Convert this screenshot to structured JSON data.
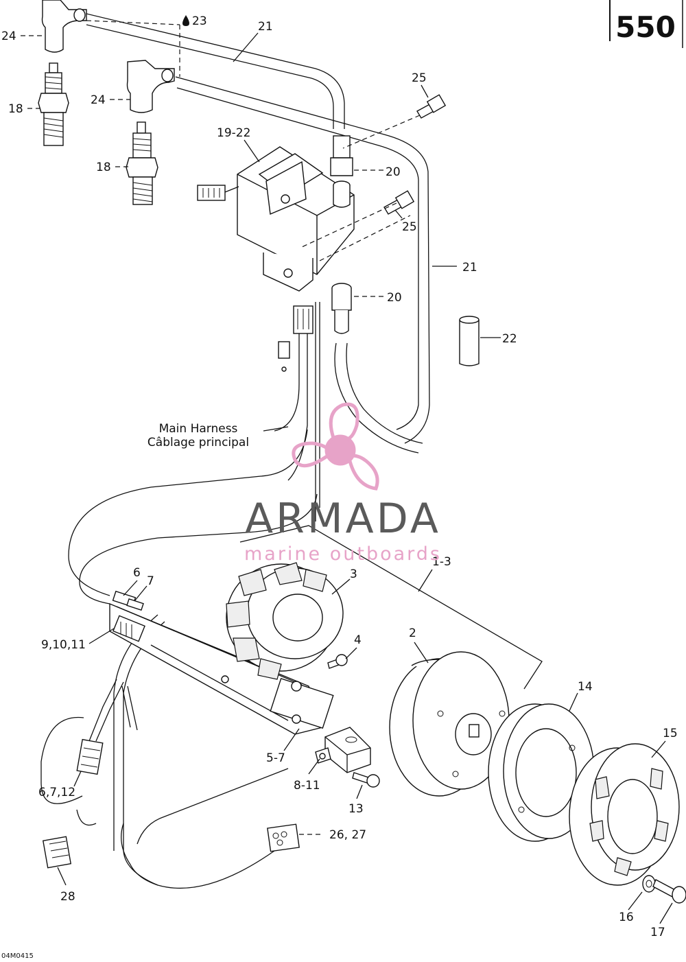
{
  "page_number": "550",
  "figure_code": "04M0415",
  "harness_label": {
    "line1": "Main Harness",
    "line2": "Câblage principal"
  },
  "callouts": {
    "c1_3": "1-3",
    "c2": "2",
    "c3": "3",
    "c4": "4",
    "c5_7": "5-7",
    "c6": "6",
    "c6_7_12": "6,7,12",
    "c7": "7",
    "c8_11": "8-11",
    "c9_10_11": "9,10,11",
    "c13": "13",
    "c14": "14",
    "c15": "15",
    "c16": "16",
    "c17": "17",
    "c18a": "18",
    "c18b": "18",
    "c19_22": "19-22",
    "c20a": "20",
    "c20b": "20",
    "c21a": "21",
    "c21b": "21",
    "c22": "22",
    "c23": "23",
    "c24a": "24",
    "c24b": "24",
    "c25a": "25",
    "c25b": "25",
    "c26_27": "26, 27",
    "c28": "28"
  },
  "watermark": {
    "brand": "ARMADA",
    "tagline": "marine outboards",
    "color": "#e7a3c8"
  }
}
